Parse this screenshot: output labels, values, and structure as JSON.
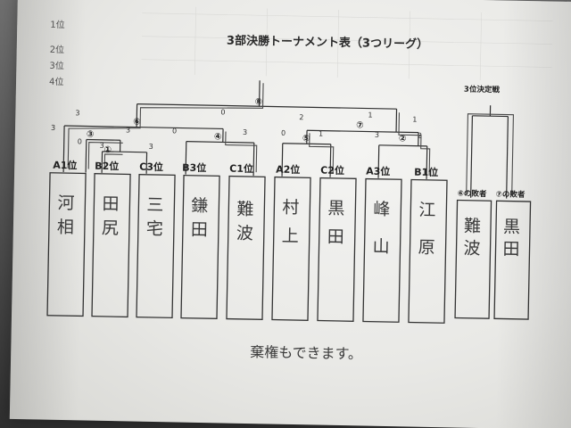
{
  "document": {
    "title": "3部決勝トーナメント表（3つリーグ）",
    "rank_labels": [
      "1位",
      "2位",
      "3位",
      "4位"
    ],
    "third_place_title": "3位決定戦",
    "seeds": [
      {
        "seed": "A1位",
        "name_chars": [
          "河",
          "相"
        ]
      },
      {
        "seed": "B2位",
        "name_chars": [
          "田",
          "尻"
        ]
      },
      {
        "seed": "C3位",
        "name_chars": [
          "三",
          "宅"
        ]
      },
      {
        "seed": "B3位",
        "name_chars": [
          "鎌",
          "田"
        ]
      },
      {
        "seed": "C1位",
        "name_chars": [
          "難",
          "波"
        ]
      },
      {
        "seed": "A2位",
        "name_chars": [
          "村",
          "上"
        ]
      },
      {
        "seed": "C2位",
        "name_chars": [
          "黒",
          "田"
        ]
      },
      {
        "seed": "A3位",
        "name_chars": [
          "峰",
          "山"
        ]
      },
      {
        "seed": "B1位",
        "name_chars": [
          "江",
          "原"
        ]
      }
    ],
    "third_place_slots": [
      {
        "label": "⑥の敗者",
        "name_chars": [
          "難",
          "波"
        ]
      },
      {
        "label": "⑦の敗者",
        "name_chars": [
          "黒",
          "田"
        ]
      }
    ],
    "match_numbers": [
      "①",
      "②",
      "③",
      "④",
      "⑤",
      "⑥",
      "⑦",
      "⑧"
    ],
    "scores": [
      "3",
      "1",
      "0",
      "3",
      "3",
      "0",
      "0",
      "3",
      "2",
      "1",
      "0",
      "3",
      "2",
      "3",
      "3",
      "1",
      "2",
      "3",
      "3",
      "1"
    ],
    "footnote": "棄権もできます。"
  }
}
